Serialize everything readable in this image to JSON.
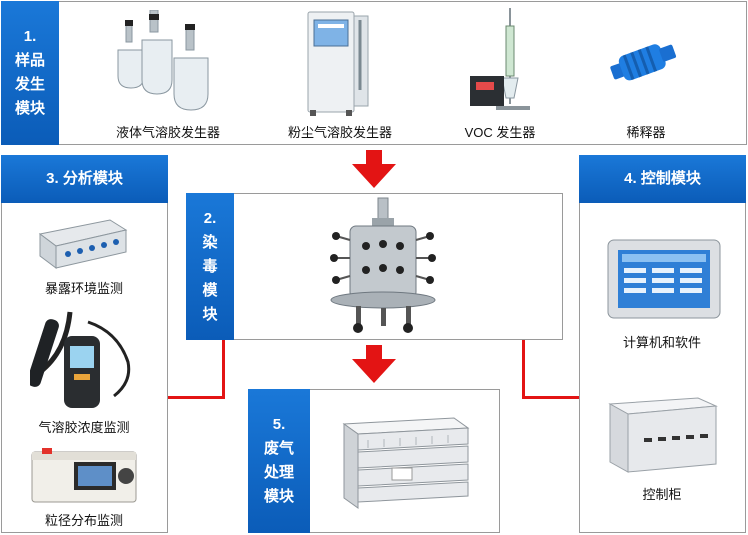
{
  "colors": {
    "module_blue": "#0b5cb8",
    "connector_red": "#e31414",
    "border_gray": "#9a9a9a"
  },
  "sample_module": {
    "tag": "1.\n样品\n发生\n模块",
    "items": [
      {
        "label": "液体气溶胶发生器",
        "icon": "liquid-aerosol-generator-icon"
      },
      {
        "label": "粉尘气溶胶发生器",
        "icon": "dust-aerosol-generator-icon"
      },
      {
        "label": "VOC 发生器",
        "icon": "voc-generator-icon"
      },
      {
        "label": "稀释器",
        "icon": "diluter-icon"
      }
    ]
  },
  "exposure_module": {
    "tag": "2.\n染\n毒\n模\n块",
    "icon": "exposure-chamber-icon"
  },
  "analysis_module": {
    "tag": "3. 分析模块",
    "items": [
      {
        "label": "暴露环境监测",
        "icon": "environment-monitor-icon"
      },
      {
        "label": "气溶胶浓度监测",
        "icon": "aerosol-concentration-meter-icon"
      },
      {
        "label": "粒径分布监测",
        "icon": "particle-size-analyzer-icon"
      }
    ]
  },
  "control_module": {
    "tag": "4. 控制模块",
    "items": [
      {
        "label": "计算机和软件",
        "icon": "computer-software-icon"
      },
      {
        "label": "控制柜",
        "icon": "control-cabinet-icon"
      }
    ]
  },
  "exhaust_module": {
    "tag": "5.\n废气\n处理\n模块",
    "icon": "exhaust-filter-icon"
  }
}
